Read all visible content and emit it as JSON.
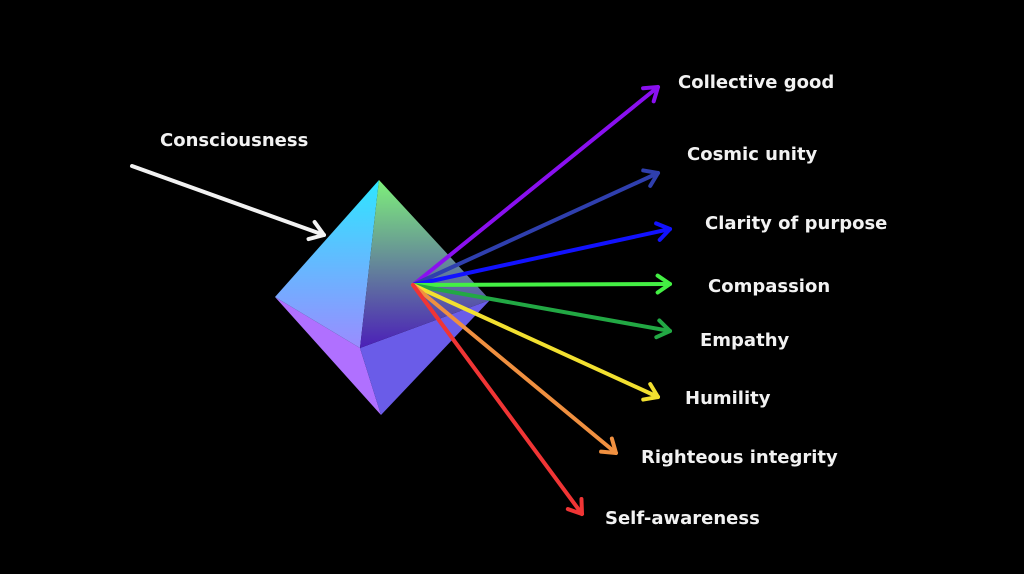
{
  "input": {
    "label": "Consciousness",
    "color": "#f2f2f2"
  },
  "prism": {
    "colors": {
      "top_left_face_top": "#2ee6ff",
      "top_left_face_bottom": "#9a8cff",
      "top_right_face_top": "#7ef07a",
      "top_right_face_bottom": "#4b1fb8",
      "bottom_left_face": "#b070ff",
      "bottom_right_face": "#6a5ce8"
    }
  },
  "rays": [
    {
      "label": "Collective good",
      "color": "#8a10f0"
    },
    {
      "label": "Cosmic unity",
      "color": "#2f3fae"
    },
    {
      "label": "Clarity of purpose",
      "color": "#1212ff"
    },
    {
      "label": "Compassion",
      "color": "#44f044"
    },
    {
      "label": "Empathy",
      "color": "#22a844"
    },
    {
      "label": "Humility",
      "color": "#f2e030"
    },
    {
      "label": "Righteous integrity",
      "color": "#f09040"
    },
    {
      "label": "Self-awareness",
      "color": "#f03535"
    }
  ]
}
